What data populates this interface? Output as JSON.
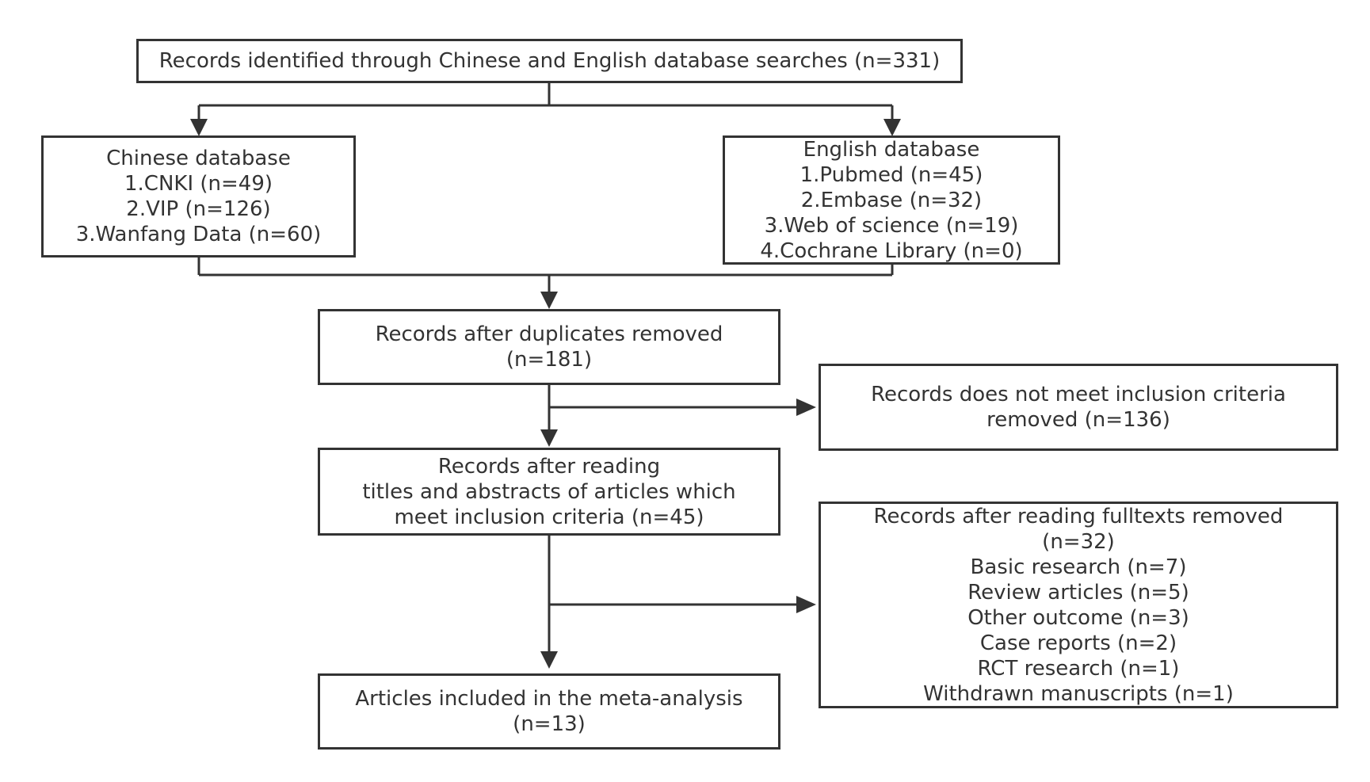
{
  "diagram": {
    "top": {
      "label": "Records identified through Chinese and English database searches (n=331)"
    },
    "chinese": {
      "title": "Chinese database",
      "items": [
        "1.CNKI (n=49)",
        "2.VIP (n=126)",
        "3.Wanfang Data (n=60)"
      ]
    },
    "english": {
      "title": "English database",
      "items": [
        "1.Pubmed (n=45)",
        "2.Embase (n=32)",
        "3.Web of science (n=19)",
        "4.Cochrane Library (n=0)"
      ]
    },
    "dedup": {
      "line1": "Records after duplicates removed",
      "line2": "(n=181)"
    },
    "excluded_inclusion": {
      "line1": "Records does not meet inclusion criteria",
      "line2": "removed (n=136)"
    },
    "screened": {
      "line1": "Records after reading",
      "line2": "titles and abstracts of articles which",
      "line3": "meet inclusion criteria (n=45)"
    },
    "excluded_fulltext": {
      "title": "Records after reading fulltexts removed",
      "count": "(n=32)",
      "items": [
        "Basic research (n=7)",
        "Review articles (n=5)",
        "Other outcome (n=3)",
        "Case reports (n=2)",
        "RCT research (n=1)",
        "Withdrawn manuscripts (n=1)"
      ]
    },
    "included": {
      "line1": "Articles included in the meta-analysis",
      "line2": "(n=13)"
    }
  }
}
